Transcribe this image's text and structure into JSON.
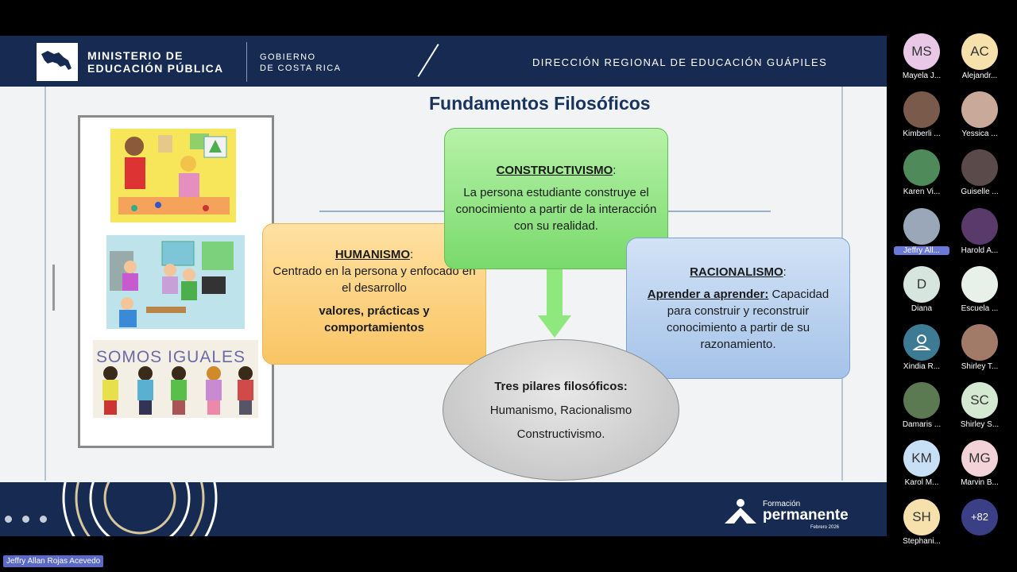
{
  "header": {
    "ministry_line1": "MINISTERIO DE",
    "ministry_line2": "EDUCACIÓN PÚBLICA",
    "gobierno_line1": "GOBIERNO",
    "gobierno_line2": "DE COSTA RICA",
    "direccion": "DIRECCIÓN REGIONAL DE EDUCACIÓN GUÁPILES"
  },
  "slide": {
    "title": "Fundamentos Filosóficos",
    "somos_iguales": "SOMOS IGUALES",
    "humanismo": {
      "heading": "HUMANISMO",
      "colon": ":",
      "text": "Centrado en la persona y enfocado en el desarrollo",
      "bold": "valores, prácticas y comportamientos"
    },
    "constructivismo": {
      "heading": "CONSTRUCTIVISMO",
      "colon": ":",
      "text": "La persona estudiante construye el conocimiento a partir de la interacción con su realidad."
    },
    "racionalismo": {
      "heading": "RACIONALISMO",
      "colon": ":",
      "bold_underlined": "Aprender a aprender:",
      "text": " Capacidad para construir y reconstruir conocimiento a partir de su razonamiento."
    },
    "pilares": {
      "heading": "Tres pilares filosóficos:",
      "line1": "Humanismo, Racionalismo",
      "line2": "Constructivismo."
    }
  },
  "footer": {
    "fp_small": "Formación",
    "fp_big": "permanente",
    "fp_date": "Febrero 2026"
  },
  "participants": [
    {
      "initials": "MS",
      "name": "Mayela J...",
      "color": "#e9c7e6"
    },
    {
      "initials": "AC",
      "name": "Alejandr...",
      "color": "#f6e1ad"
    },
    {
      "initials": "",
      "name": "Kimberli ...",
      "color": "#7a5a4a"
    },
    {
      "initials": "",
      "name": "Yessica ...",
      "color": "#c9a99a"
    },
    {
      "initials": "",
      "name": "Karen Vi...",
      "color": "#4f8a5a"
    },
    {
      "initials": "",
      "name": "Guiselle ...",
      "color": "#5a4a4a"
    },
    {
      "initials": "",
      "name": "Jeffry All...",
      "color": "#9aa7b8",
      "highlight": true
    },
    {
      "initials": "",
      "name": "Harold A...",
      "color": "#5a3a6a"
    },
    {
      "initials": "D",
      "name": "Diana",
      "color": "#d6e6de"
    },
    {
      "initials": "",
      "name": "Escuela ...",
      "color": "#e8f0ea"
    },
    {
      "initials": "",
      "name": "Xindia R...",
      "color": "#3d7a93",
      "icon": "person-icon"
    },
    {
      "initials": "",
      "name": "Shirley T...",
      "color": "#a27a68"
    },
    {
      "initials": "",
      "name": "Damaris ...",
      "color": "#5b7a52"
    },
    {
      "initials": "SC",
      "name": "Shirley S...",
      "color": "#d4e8d2"
    },
    {
      "initials": "KM",
      "name": "Karol M...",
      "color": "#c7e0f5"
    },
    {
      "initials": "MG",
      "name": "Marvin B...",
      "color": "#f3d2d8"
    },
    {
      "initials": "SH",
      "name": "Stephani...",
      "color": "#f6e1ad"
    },
    {
      "initials": "+82",
      "name": "",
      "color": "#3b3f86",
      "more": true
    }
  ],
  "presenter_name": "Jeffry Allan Rojas Acevedo"
}
